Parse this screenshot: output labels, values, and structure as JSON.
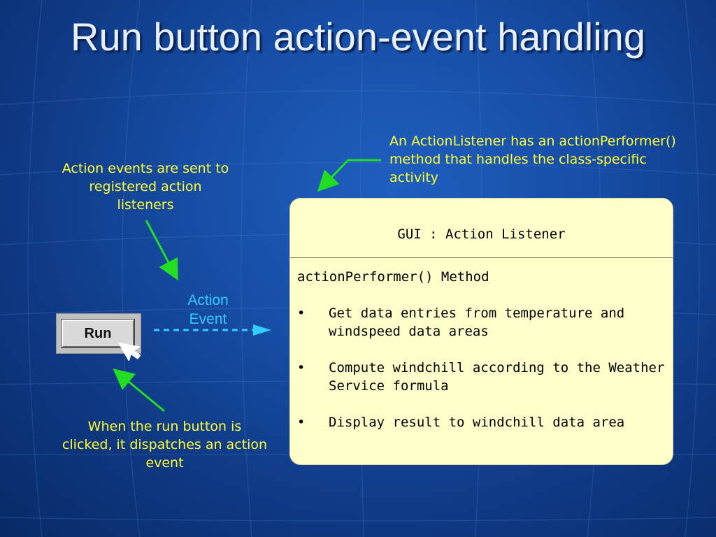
{
  "title": "Run button action-event handling",
  "notes": {
    "registered_listeners": "Action events are sent to registered action listeners",
    "action_listener": "An ActionListener has an actionPerformer() method that handles the class-specific activity",
    "run_dispatch": "When the run button is clicked, it dispatches an action event"
  },
  "action_event_label": "Action Event",
  "run_button_label": "Run",
  "listener_box": {
    "title": "GUI : Action Listener",
    "method_title": "actionPerformer() Method",
    "bullet_symbol": "•",
    "bullets": [
      "Get data entries from temperature and windspeed data areas",
      "Compute windchill according to the Weather Service formula",
      "Display result to windchill data area"
    ]
  },
  "colors": {
    "note_text": "#ffff33",
    "arrow_green": "#22dd22",
    "action_event": "#33ccff",
    "box_fill": "#ffffcc"
  }
}
